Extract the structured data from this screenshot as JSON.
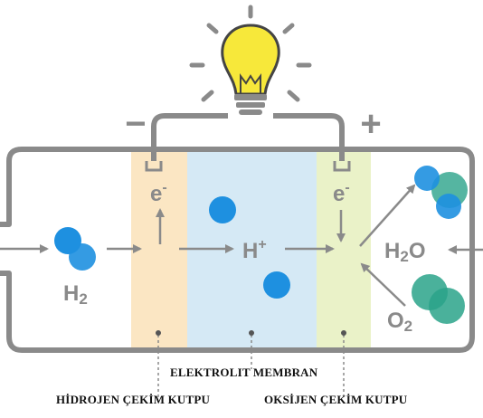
{
  "colors": {
    "frame": "#8a8a8a",
    "arrow": "#8a8a8a",
    "anode_zone": "#fbe6c3",
    "membrane_zone": "#d5e9f5",
    "cathode_zone": "#eaf2c8",
    "hydrogen": "#1e90e0",
    "oxygen": "#2aa38a",
    "bulb": "#f7e83a",
    "bulb_base": "#8a8a8a"
  },
  "terminals": {
    "negative": "−",
    "positive": "+"
  },
  "labels": {
    "electron": "e",
    "electron_sup": "-",
    "proton": "H",
    "proton_sup": "+",
    "h2_main": "H",
    "h2_sub": "2",
    "h2o_h": "H",
    "h2o_sub": "2",
    "h2o_o": "O",
    "o2_main": "O",
    "o2_sub": "2"
  },
  "captions": {
    "membrane": "ELEKTROLIT MEMBRAN",
    "anode": "HİDROJEN ÇEKİM KUTPU",
    "cathode": "OKSİJEN ÇEKİM KUTPU"
  }
}
